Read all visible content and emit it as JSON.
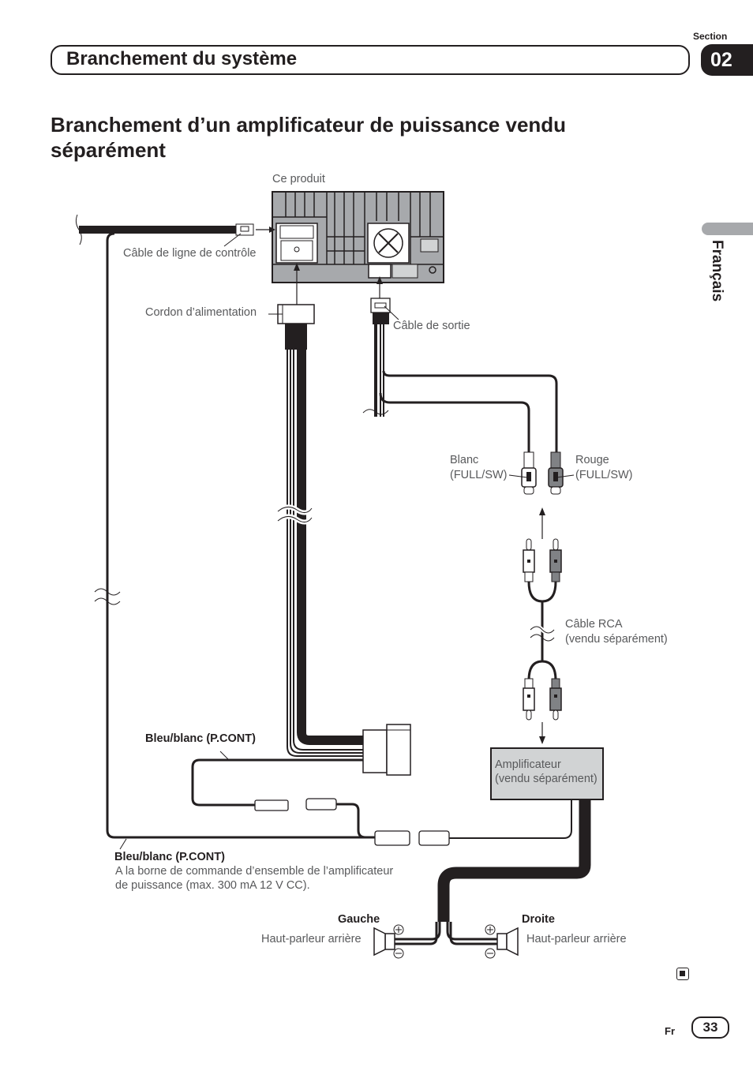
{
  "header": {
    "section_label": "Section",
    "section_number": "02",
    "chapter_title": "Branchement du système"
  },
  "page_title": "Branchement d’un amplificateur de puissance vendu séparément",
  "side_tab": {
    "language": "Français"
  },
  "diagram": {
    "product_label": "Ce produit",
    "control_line_cable": "Câble de ligne de contrôle",
    "power_cord": "Cordon d’alimentation",
    "output_cable": "Câble de sortie",
    "white_plug": {
      "line1": "Blanc",
      "line2": "(FULL/SW)"
    },
    "red_plug": {
      "line1": "Rouge",
      "line2": "(FULL/SW)"
    },
    "rca_cable": {
      "line1": "Câble RCA",
      "line2": "(vendu séparément)"
    },
    "amplifier": {
      "line1": "Amplificateur",
      "line2": "(vendu séparément)"
    },
    "pcont_upper": "Bleu/blanc (P.CONT)",
    "pcont_lower": "Bleu/blanc (P.CONT)",
    "pcont_note_line1": "A la borne de commande d’ensemble de l’amplificateur",
    "pcont_note_line2": "de puissance (max. 300  mA 12  V CC).",
    "left_speaker": {
      "side": "Gauche",
      "name": "Haut-parleur arrière"
    },
    "right_speaker": {
      "side": "Droite",
      "name": "Haut-parleur arrière"
    },
    "plus_symbol": "+",
    "minus_symbol": "−"
  },
  "footer": {
    "language_code": "Fr",
    "page_number": "33"
  }
}
